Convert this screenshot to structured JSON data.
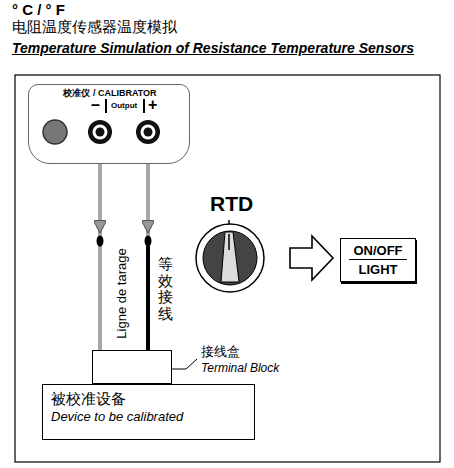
{
  "diagram": {
    "title": "° C / ° F",
    "nodes": [
      {
        "text": [
          "校准仪 / CALIBRATOR",
          "–",
          "Output",
          "+"
        ]
      },
      {
        "text": [
          "ON/OFF",
          "LIGHT"
        ]
      },
      {
        "text": [
          "接线盒",
          "Terminal Block"
        ]
      },
      {
        "text": [
          "被校准设备",
          "Device to be calibrated"
        ]
      }
    ],
    "edges": [
      {
        "from": 0,
        "to": 2,
        "label": "Ligne de tarage",
        "arrow": "to"
      },
      {
        "from": 0,
        "to": 2,
        "label": "等效接线",
        "arrow": "to"
      }
    ],
    "labels": [
      "电阻温度传感器温度模拟",
      "Temperature Simulation of Resistance Temperature Sensors",
      "RTD"
    ]
  }
}
